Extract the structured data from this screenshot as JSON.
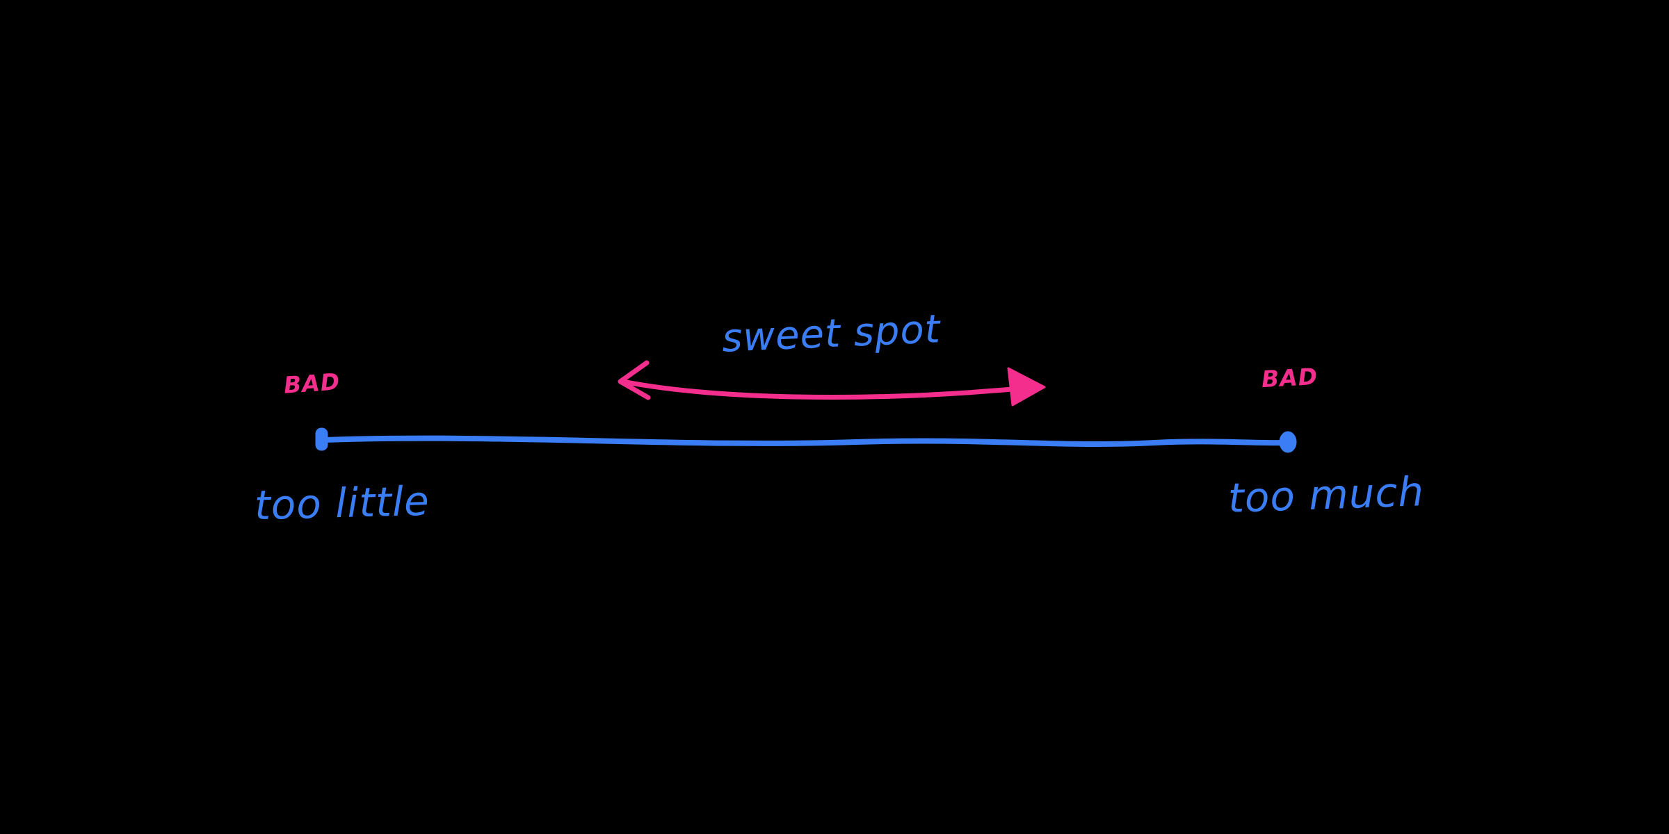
{
  "diagram": {
    "type": "spectrum-sketch",
    "labels": {
      "sweet_spot": "sweet spot",
      "bad_left": "BAD",
      "bad_right": "BAD",
      "too_little": "too little",
      "too_much": "too much"
    },
    "colors": {
      "background": "#000000",
      "line_blue": "#3b7df5",
      "accent_pink": "#f42e8d"
    }
  }
}
